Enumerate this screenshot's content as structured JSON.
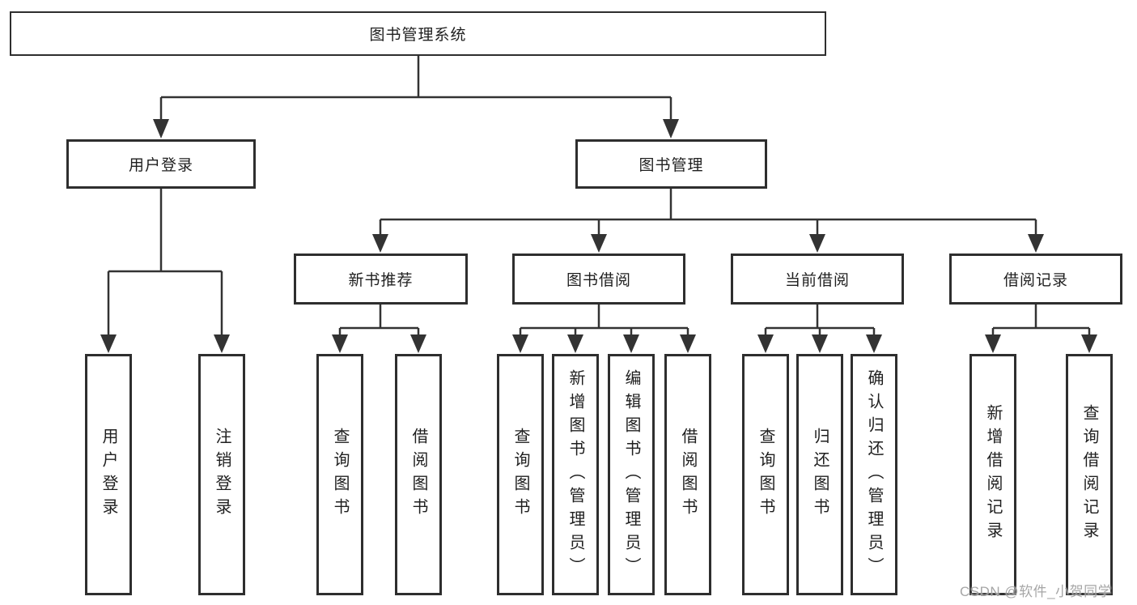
{
  "watermark": "CSDN @软件_小贺同学",
  "colors": {
    "line": "#333333",
    "text": "#1f1f1f",
    "box_background": "#ffffff",
    "watermark": "#969696"
  },
  "tree": {
    "root": {
      "label": "图书管理系统",
      "children": [
        {
          "label": "用户登录",
          "children": [
            {
              "label": "用户登录"
            },
            {
              "label": "注销登录"
            }
          ]
        },
        {
          "label": "图书管理",
          "children": [
            {
              "label": "新书推荐",
              "children": [
                {
                  "label": "查询图书"
                },
                {
                  "label": "借阅图书"
                }
              ]
            },
            {
              "label": "图书借阅",
              "children": [
                {
                  "label": "查询图书"
                },
                {
                  "label": "新增图书（管理员）"
                },
                {
                  "label": "编辑图书（管理员）"
                },
                {
                  "label": "借阅图书"
                }
              ]
            },
            {
              "label": "当前借阅",
              "children": [
                {
                  "label": "查询图书"
                },
                {
                  "label": "归还图书"
                },
                {
                  "label": "确认归还（管理员）"
                }
              ]
            },
            {
              "label": "借阅记录",
              "children": [
                {
                  "label": "新增借阅记录"
                },
                {
                  "label": "查询借阅记录"
                }
              ]
            }
          ]
        }
      ]
    }
  }
}
